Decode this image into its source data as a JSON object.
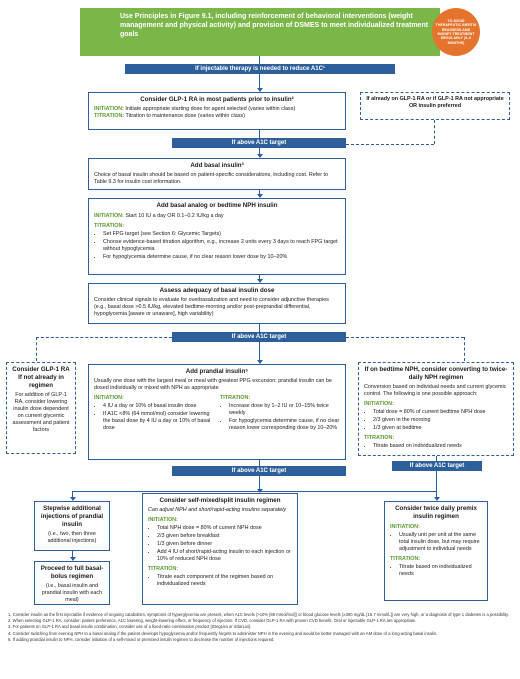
{
  "top": {
    "banner": "Use Principles in Figure 9.1, including reinforcement of behavioral interventions (weight management and physical activity) and provision of DSMES to meet individualized treatment goals",
    "circle": "TO AVOID THERAPEUTIC INERTIA REASSESS AND MODIFY TREATMENT REGULARLY (3–6 MONTHS)"
  },
  "bars": {
    "injectable": "If injectable therapy is needed to reduce A1C¹",
    "above1": "If above A1C target",
    "above2": "If above A1C target",
    "above3": "If above A1C target",
    "above_right": "If above A1C target"
  },
  "glp1": {
    "title": "Consider GLP-1 RA in most patients prior to insulin²",
    "init_label": "INITIATION:",
    "init_text": "Initiate appropriate starting dose for agent selected (varies within class)",
    "titr_label": "TITRATION:",
    "titr_text": "Titration to maintenance dose (varies within class)"
  },
  "already": "If already on GLP-1 RA or if GLP-1 RA not appropriate OR insulin preferred",
  "basal": {
    "title": "Add basal insulin³",
    "text": "Choice of basal insulin should be based on patient-specific considerations, including cost. Refer to Table 9.3 for insulin cost information."
  },
  "nph": {
    "title": "Add basal analog or bedtime NPH insulin",
    "init_label": "INITIATION:",
    "init_text": "Start 10 IU a day OR 0.1–0.2 IU/kg a day",
    "titr_label": "TITRATION:",
    "items": [
      "Set FPG target (see Section 6: Glycemic Targets)",
      "Choose evidence-based titration algorithm, e.g., increase 2 units every 3 days to reach FPG target without hypoglycemia",
      "For hypoglycemia determine cause, if no clear reason lower dose by 10–20%"
    ]
  },
  "assess": {
    "title": "Assess adequacy of basal insulin dose",
    "text": "Consider clinical signals to evaluate for overbasalization and need to consider adjunctive therapies (e.g., basal dose >0.5 IU/kg, elevated bedtime-morning and/or post-preprandial differential, hypoglycemia [aware or unaware], high variability)"
  },
  "left_glp1": {
    "title": "Consider GLP-1 RA If not already in regimen",
    "text": "For addition of GLP-1 RA, consider lowering insulin dose dependent on current glycemic assessment and patient factors"
  },
  "prandial": {
    "title": "Add prandial insulin⁵",
    "text": "Usually one dose with the largest meal or meal with greatest PPG excursion; prandial insulin can be dosed individually or mixed with NPH as appropriate",
    "init_label": "INITIATION:",
    "init_items": [
      "4 IU a day or 10% of basal insulin dose",
      "If A1C <8% (64 mmol/mol) consider lowering the basal dose by 4 IU a day or 10% of basal dose"
    ],
    "titr_label": "TITRATION:",
    "titr_items": [
      "Increase dose by 1–2 IU or 10–15% twice weekly",
      "For hypoglycemia determine cause, if no clear reason lower corresponding dose by 10–20%"
    ]
  },
  "bedtime": {
    "title": "If on bedtime NPH, consider converting to twice-daily NPH regimen",
    "text": "Conversion based on individual needs and current glycemic control. The following is one possible approach:",
    "init_label": "INITIATION:",
    "init_items": [
      "Total dose = 80% of current bedtime NPH dose",
      "2/3 given in the morning",
      "1/3 given at bedtime"
    ],
    "titr_label": "TITRATION:",
    "titr_items": [
      "Titrate based on individualized needs"
    ]
  },
  "stepwise": {
    "title": "Stepwise additional injections of prandial insulin",
    "text": "(i.e., two, then three additional injections)"
  },
  "fullbasal": {
    "title": "Proceed to full basal-bolus regimen",
    "text": "(i.e., basal insulin and prandial insulin with each meal)"
  },
  "selfmix": {
    "title": "Consider self-mixed/split insulin regimen",
    "text": "Can adjust NPH and short/rapid-acting insulins separately",
    "init_label": "INITIATION:",
    "init_items": [
      "Total NPH dose = 80% of current NPH dose",
      "2/3 given before breakfast",
      "1/3 given before dinner",
      "Add 4 IU of short/rapid-acting insulin to each injection or 10% of reduced NPH dose"
    ],
    "titr_label": "TITRATION:",
    "titr_items": [
      "Titrate each component of the regimen based on individualized needs"
    ]
  },
  "premix": {
    "title": "Consider twice daily premix insulin regimen",
    "init_label": "INITIATION:",
    "init_items": [
      "Usually unit per unit at the same total insulin dose, but may require adjustment to individual needs"
    ],
    "titr_label": "TITRATION:",
    "titr_items": [
      "Titrate based on individualized needs"
    ]
  },
  "footnotes": [
    "1.  Consider insulin as the first injectable if evidence of ongoing catabolism, symptoms of hyperglycemia are present, when A1C levels (>10% [86 mmol/mol]) or blood glucose levels (≥300 mg/dL [16.7 mmol/L]) are very high, or a diagnosis of type 1 diabetes is a possibility.",
    "2.  When selecting GLP-1 RA, consider: patient preference, A1C lowering, weight-lowering effect, or frequency of injection. If CVD, consider GLP-1 RA with proven CVD benefit. Oral or injectable GLP-1 RA are appropriate.",
    "3.  For patients on GLP-1 RA and basal insulin combination, consider use of a fixed-ratio combination product (IDegLira or iGlarLixi).",
    "4.  Consider switching from evening NPH to a basal analog if the patient develops hypoglycemia and/or frequently forgets to administer NPH in the evening and would be better managed with an AM dose of a long-acting basal insulin.",
    "5.  If adding prandial insulin to NPH, consider initiation of a self-mixed or premixed insulin regimen to decrease the number of injections required."
  ],
  "colors": {
    "blue": "#2d5f9a",
    "green": "#7ab648",
    "orange": "#e4732c"
  }
}
